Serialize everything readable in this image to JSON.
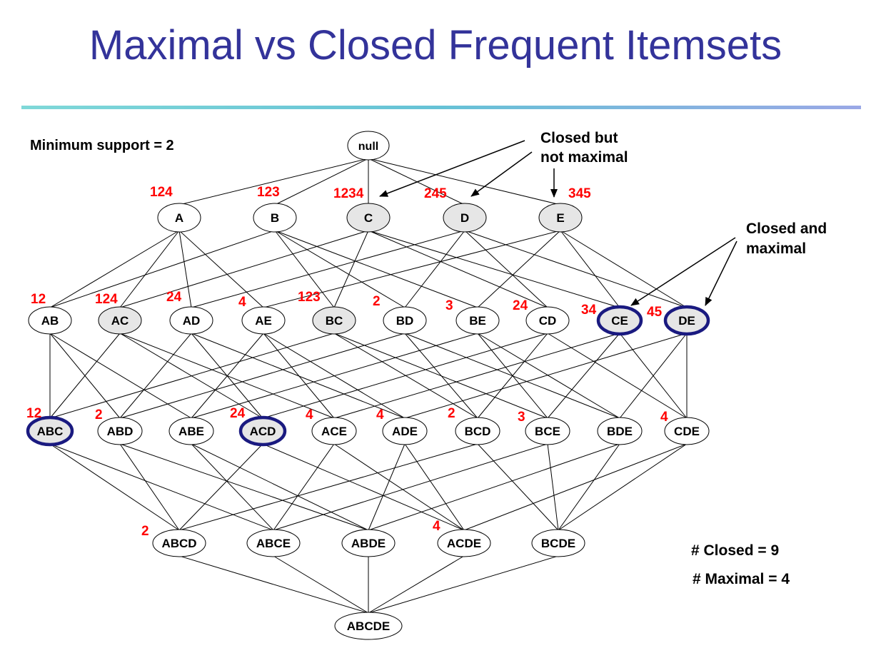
{
  "title": "Maximal vs Closed Frequent Itemsets",
  "min_support": "Minimum support = 2",
  "closed_count": "# Closed = 9",
  "maximal_count": "# Maximal = 4",
  "callouts": {
    "closed_not_maximal": [
      "Closed but",
      "not maximal"
    ],
    "closed_and_maximal": [
      "Closed and",
      "maximal"
    ]
  },
  "colors": {
    "title": "#33339a",
    "tid": "#ff0000",
    "closed_fill": "#e6e6e6",
    "maximal_border": "#1a1a80"
  },
  "nodes": [
    {
      "id": "null",
      "label": "null",
      "tids": "",
      "closed": false,
      "maximal": false
    },
    {
      "id": "A",
      "label": "A",
      "tids": "124",
      "closed": false,
      "maximal": false
    },
    {
      "id": "B",
      "label": "B",
      "tids": "123",
      "closed": false,
      "maximal": false
    },
    {
      "id": "C",
      "label": "C",
      "tids": "1234",
      "closed": true,
      "maximal": false
    },
    {
      "id": "D",
      "label": "D",
      "tids": "245",
      "closed": true,
      "maximal": false
    },
    {
      "id": "E",
      "label": "E",
      "tids": "345",
      "closed": true,
      "maximal": false
    },
    {
      "id": "AB",
      "label": "AB",
      "tids": "12",
      "closed": false,
      "maximal": false
    },
    {
      "id": "AC",
      "label": "AC",
      "tids": "124",
      "closed": true,
      "maximal": false
    },
    {
      "id": "AD",
      "label": "AD",
      "tids": "24",
      "closed": false,
      "maximal": false
    },
    {
      "id": "AE",
      "label": "AE",
      "tids": "4",
      "closed": false,
      "maximal": false
    },
    {
      "id": "BC",
      "label": "BC",
      "tids": "123",
      "closed": true,
      "maximal": false
    },
    {
      "id": "BD",
      "label": "BD",
      "tids": "2",
      "closed": false,
      "maximal": false
    },
    {
      "id": "BE",
      "label": "BE",
      "tids": "3",
      "closed": false,
      "maximal": false
    },
    {
      "id": "CD",
      "label": "CD",
      "tids": "24",
      "closed": false,
      "maximal": false
    },
    {
      "id": "CE",
      "label": "CE",
      "tids": "34",
      "closed": true,
      "maximal": true
    },
    {
      "id": "DE",
      "label": "DE",
      "tids": "45",
      "closed": true,
      "maximal": true
    },
    {
      "id": "ABC",
      "label": "ABC",
      "tids": "12",
      "closed": true,
      "maximal": true
    },
    {
      "id": "ABD",
      "label": "ABD",
      "tids": "2",
      "closed": false,
      "maximal": false
    },
    {
      "id": "ABE",
      "label": "ABE",
      "tids": "",
      "closed": false,
      "maximal": false
    },
    {
      "id": "ACD",
      "label": "ACD",
      "tids": "24",
      "closed": true,
      "maximal": true
    },
    {
      "id": "ACE",
      "label": "ACE",
      "tids": "4",
      "closed": false,
      "maximal": false
    },
    {
      "id": "ADE",
      "label": "ADE",
      "tids": "4",
      "closed": false,
      "maximal": false
    },
    {
      "id": "BCD",
      "label": "BCD",
      "tids": "2",
      "closed": false,
      "maximal": false
    },
    {
      "id": "BCE",
      "label": "BCE",
      "tids": "3",
      "closed": false,
      "maximal": false
    },
    {
      "id": "BDE",
      "label": "BDE",
      "tids": "",
      "closed": false,
      "maximal": false
    },
    {
      "id": "CDE",
      "label": "CDE",
      "tids": "4",
      "closed": false,
      "maximal": false
    },
    {
      "id": "ABCD",
      "label": "ABCD",
      "tids": "2",
      "closed": false,
      "maximal": false
    },
    {
      "id": "ABCE",
      "label": "ABCE",
      "tids": "",
      "closed": false,
      "maximal": false
    },
    {
      "id": "ABDE",
      "label": "ABDE",
      "tids": "",
      "closed": false,
      "maximal": false
    },
    {
      "id": "ACDE",
      "label": "ACDE",
      "tids": "4",
      "closed": false,
      "maximal": false
    },
    {
      "id": "BCDE",
      "label": "BCDE",
      "tids": "",
      "closed": false,
      "maximal": false
    },
    {
      "id": "ABCDE",
      "label": "ABCDE",
      "tids": "",
      "closed": false,
      "maximal": false
    }
  ]
}
